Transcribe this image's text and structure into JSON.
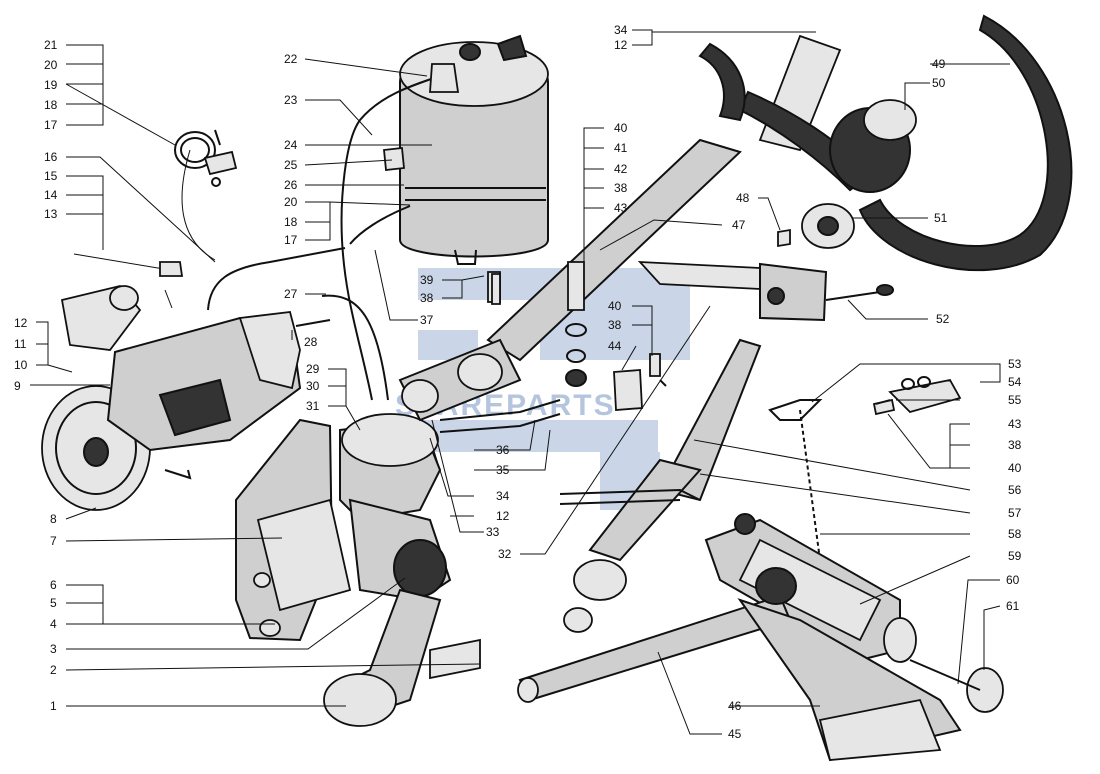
{
  "labels_left": [
    "21",
    "20",
    "19",
    "18",
    "17",
    "16",
    "15",
    "14",
    "13",
    "12",
    "11",
    "10",
    "9",
    "8",
    "7",
    "6",
    "5",
    "4",
    "3",
    "2",
    "1"
  ],
  "labels_center": [
    "22",
    "23",
    "24",
    "25",
    "26",
    "20",
    "18",
    "17",
    "39",
    "38",
    "37",
    "27",
    "28",
    "29",
    "30",
    "31",
    "36",
    "35",
    "34",
    "12",
    "33",
    "32"
  ],
  "labels_right_top": [
    "34",
    "12",
    "49",
    "50",
    "40",
    "41",
    "42",
    "38",
    "43",
    "48",
    "47",
    "51",
    "40",
    "38",
    "44",
    "52"
  ],
  "labels_right_bottom": [
    "53",
    "54",
    "55",
    "43",
    "38",
    "40",
    "56",
    "57",
    "58",
    "59",
    "60",
    "61",
    "46",
    "45"
  ],
  "watermark": {
    "text": "SPAREPARTS",
    "color": "#5b7fb5"
  }
}
